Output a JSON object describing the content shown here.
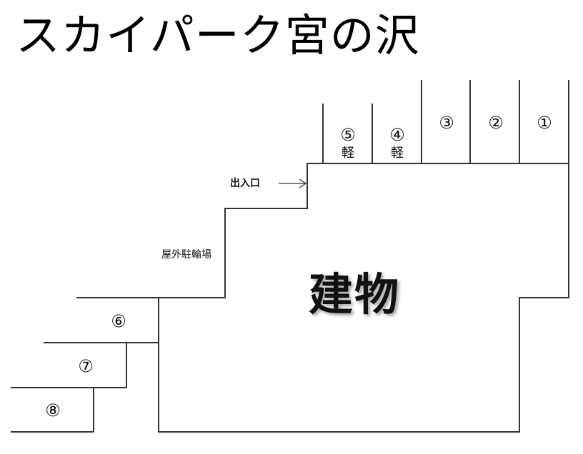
{
  "title": "スカイパーク宮の沢",
  "building_label": "建物",
  "entrance_label": "出入口",
  "bicycle_parking_label": "屋外駐輪場",
  "parking_spaces": [
    {
      "number": "①",
      "note": ""
    },
    {
      "number": "②",
      "note": ""
    },
    {
      "number": "③",
      "note": ""
    },
    {
      "number": "④",
      "note": "軽"
    },
    {
      "number": "⑤",
      "note": "軽"
    },
    {
      "number": "⑥",
      "note": ""
    },
    {
      "number": "⑦",
      "note": ""
    },
    {
      "number": "⑧",
      "note": ""
    }
  ],
  "colors": {
    "line": "#333333",
    "text": "#111111",
    "background": "#ffffff"
  }
}
